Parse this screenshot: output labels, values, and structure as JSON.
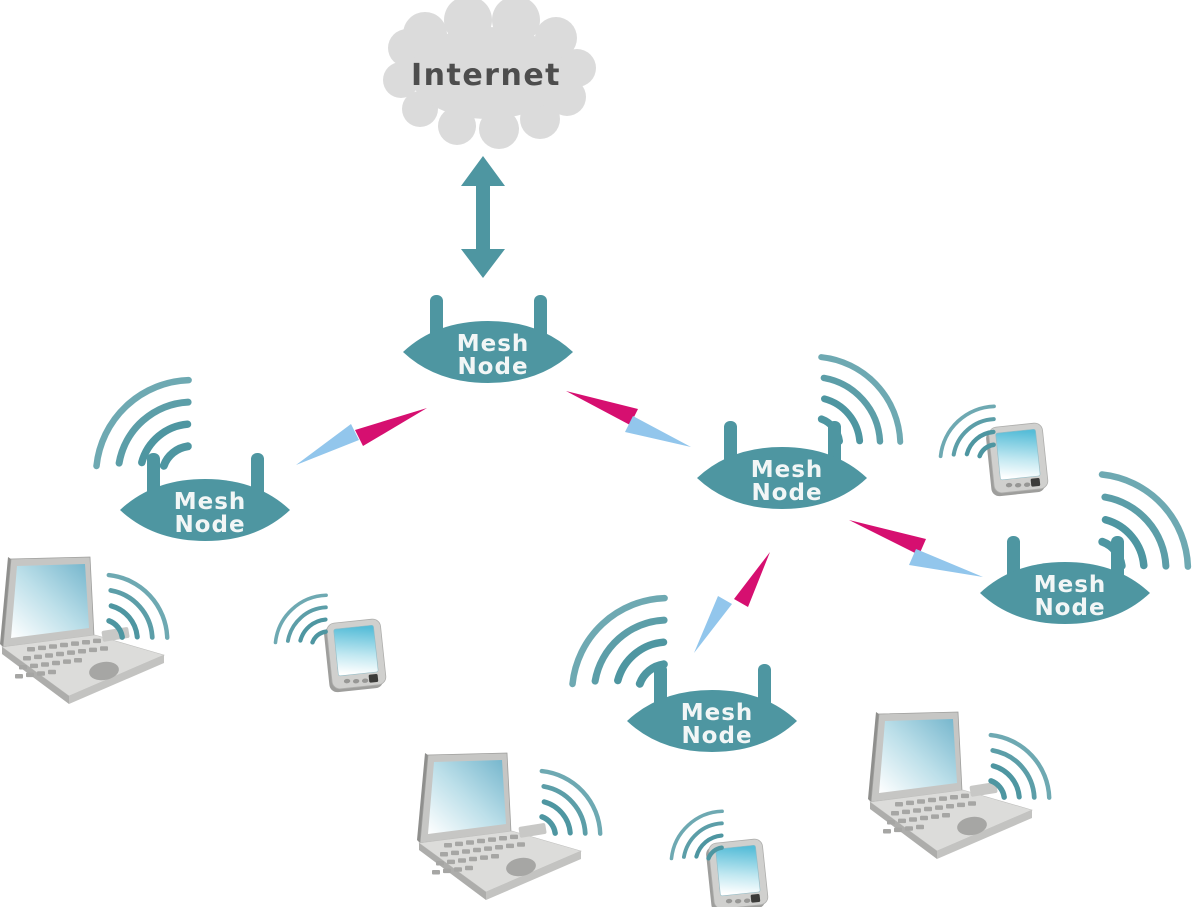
{
  "cloud": {
    "label": "Internet"
  },
  "mesh_nodes": [
    {
      "id": "top",
      "label_line1": "Mesh",
      "label_line2": "Node"
    },
    {
      "id": "left",
      "label_line1": "Mesh",
      "label_line2": "Node"
    },
    {
      "id": "right",
      "label_line1": "Mesh",
      "label_line2": "Node"
    },
    {
      "id": "far_right",
      "label_line1": "Mesh",
      "label_line2": "Node"
    },
    {
      "id": "bottom",
      "label_line1": "Mesh",
      "label_line2": "Node"
    }
  ],
  "links": [
    {
      "from": "internet",
      "to": "mesh_node_top",
      "style": "double_headed_arrow"
    },
    {
      "from": "mesh_node_top",
      "to": "mesh_node_left",
      "style": "bidirectional_wedge_arrows"
    },
    {
      "from": "mesh_node_top",
      "to": "mesh_node_right",
      "style": "bidirectional_wedge_arrows"
    },
    {
      "from": "mesh_node_right",
      "to": "mesh_node_bottom",
      "style": "bidirectional_wedge_arrows"
    },
    {
      "from": "mesh_node_right",
      "to": "mesh_node_far_right",
      "style": "bidirectional_wedge_arrows"
    }
  ],
  "devices": [
    {
      "type": "laptop",
      "location": "left"
    },
    {
      "type": "mobile_device",
      "location": "center_left"
    },
    {
      "type": "mobile_device",
      "location": "top_right"
    },
    {
      "type": "laptop",
      "location": "bottom_center"
    },
    {
      "type": "mobile_device",
      "location": "bottom_center"
    },
    {
      "type": "laptop",
      "location": "bottom_right"
    }
  ],
  "icons": {
    "wifi": "wifi-signal-icon",
    "cloud": "internet-cloud-icon",
    "router": "mesh-router-icon"
  },
  "colors": {
    "teal": "#4e96a1",
    "pink": "#d60f70",
    "light_blue": "#92c6ec",
    "cloud_gray": "#dbdbdb",
    "label_gray": "#4d4d4d",
    "node_text": "#f2f6f6"
  }
}
